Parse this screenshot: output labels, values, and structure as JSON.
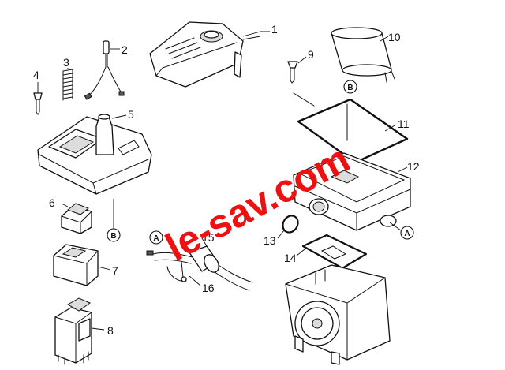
{
  "labels": {
    "p1": "1",
    "p2": "2",
    "p3": "3",
    "p4": "4",
    "p5": "5",
    "p6": "6",
    "p7": "7",
    "p8": "8",
    "p9": "9",
    "p10": "10",
    "p11": "11",
    "p12": "12",
    "p13": "13",
    "p14": "14",
    "p15": "15",
    "p16": "16"
  },
  "connectors": {
    "a": "A",
    "b": "B"
  },
  "watermark": "le-sav.com",
  "colors": {
    "watermark": "#ee1111",
    "line": "#111111"
  }
}
